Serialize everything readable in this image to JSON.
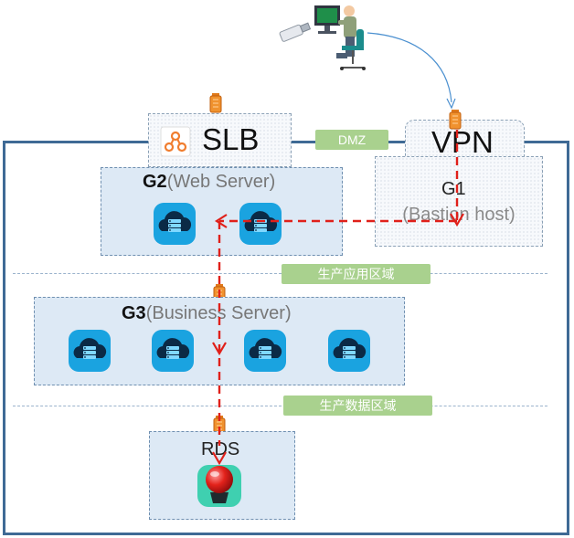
{
  "labels": {
    "slb": "SLB",
    "vpn": "VPN",
    "dmz": "DMZ",
    "g1": "G1",
    "bastion": "(Bastion host)",
    "g2_id": "G2",
    "g2_desc": "(Web Server)",
    "g3_id": "G3",
    "g3_desc": "(Business Server)",
    "prod_app_zone": "生产应用区域",
    "prod_data_zone": "生产数据区域",
    "rds": "RDS"
  },
  "colors": {
    "frame": "#3f6a95",
    "zone_fill": "#dde9f5",
    "zone_pill": "#a9d18e",
    "flow_arrow": "#e0201a",
    "node_fill": "#1aa3e0",
    "firewall": "#f0922e",
    "slb_logo": "#f07d2e",
    "rds_fill": "#3fd0b0"
  },
  "icons": {
    "admin": "admin-at-workstation-icon",
    "usb_key": "usb-key-icon",
    "firewall": "firewall-icon",
    "slb": "slb-logo-icon",
    "server": "cloud-server-icon",
    "database": "rds-database-icon"
  }
}
